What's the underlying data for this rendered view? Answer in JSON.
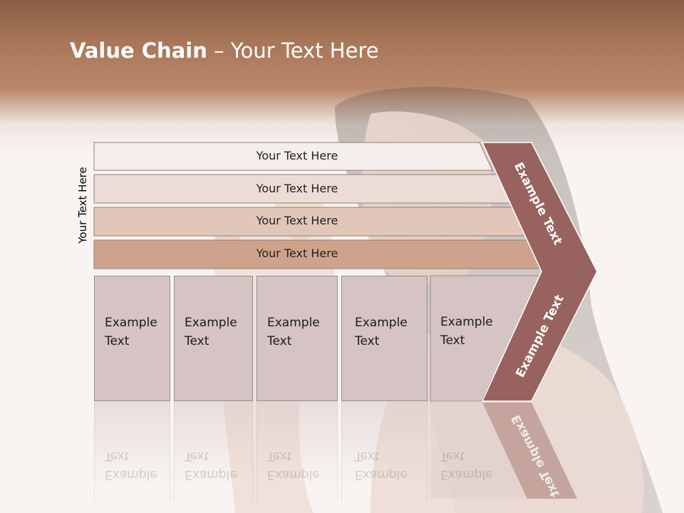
{
  "slide": {
    "title_bold": "Value Chain",
    "title_rest": " – Your Text Here",
    "side_label": "Your Text Here",
    "bands": [
      {
        "label": "Your Text Here"
      },
      {
        "label": "Your Text Here"
      },
      {
        "label": "Your Text Here"
      },
      {
        "label": "Your Text Here"
      }
    ],
    "cells": [
      {
        "line1": "Example",
        "line2": "Text"
      },
      {
        "line1": "Example",
        "line2": "Text"
      },
      {
        "line1": "Example",
        "line2": "Text"
      },
      {
        "line1": "Example",
        "line2": "Text"
      },
      {
        "line1": "Example",
        "line2": "Text"
      }
    ],
    "chevron_upper": "Example Text",
    "chevron_lower": "Example Text"
  },
  "colors": {
    "header_brown": "#a97659",
    "band_1": "#f4eeec",
    "band_2": "#ecdcd6",
    "band_3": "#e1c7b9",
    "band_4": "#cfa38b",
    "cell_fill": "#d6c3c4",
    "chevron": "#98625e"
  }
}
